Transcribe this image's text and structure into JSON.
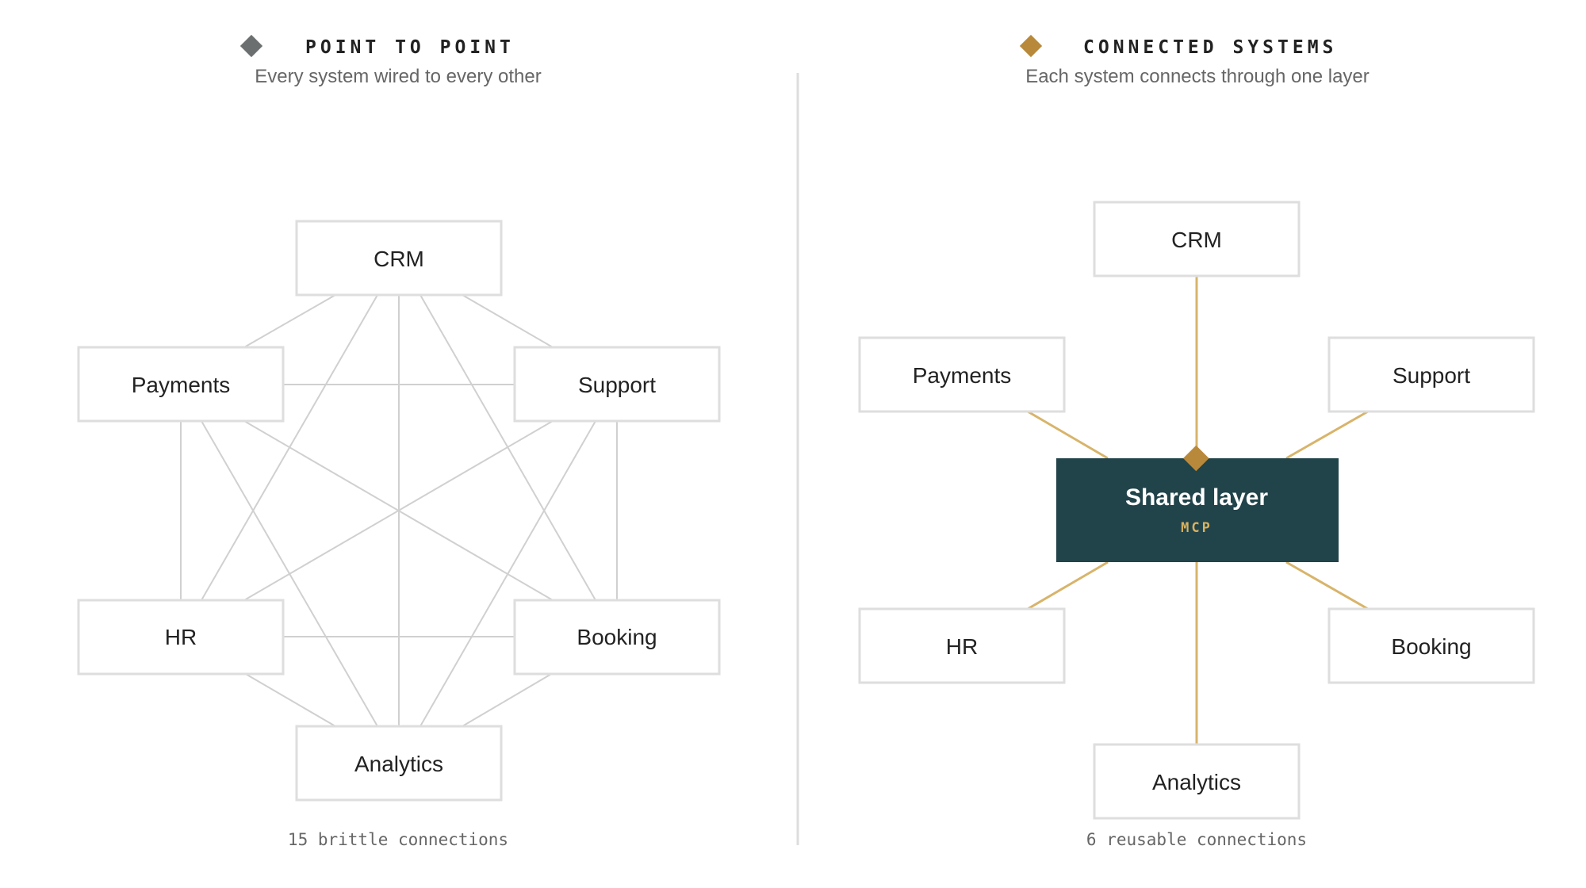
{
  "left_panel": {
    "title": "POINT TO POINT",
    "subtitle": "Every system wired to every other",
    "footer": "15 brittle connections",
    "nodes": [
      "CRM",
      "Payments",
      "Support",
      "HR",
      "Booking",
      "Analytics"
    ]
  },
  "right_panel": {
    "title": "CONNECTED SYSTEMS",
    "subtitle": "Each system connects through one layer",
    "footer": "6 reusable connections",
    "hub": {
      "title": "Shared layer",
      "subtitle": "MCP"
    },
    "nodes": [
      "CRM",
      "Payments",
      "Support",
      "HR",
      "Booking",
      "Analytics"
    ]
  },
  "colors": {
    "grey_marker": "#6b6f70",
    "gold_marker": "#b8893a",
    "gold_line": "#d8b46a",
    "hub_fill": "#21434a",
    "hub_subtitle": "#d9b15f",
    "node_border": "#dedede",
    "mesh_line": "#d0d0d0",
    "divider": "#dddddd",
    "title_text": "#222222",
    "subtitle_text": "#666666",
    "footer_text": "#666666",
    "node_text": "#222222"
  }
}
